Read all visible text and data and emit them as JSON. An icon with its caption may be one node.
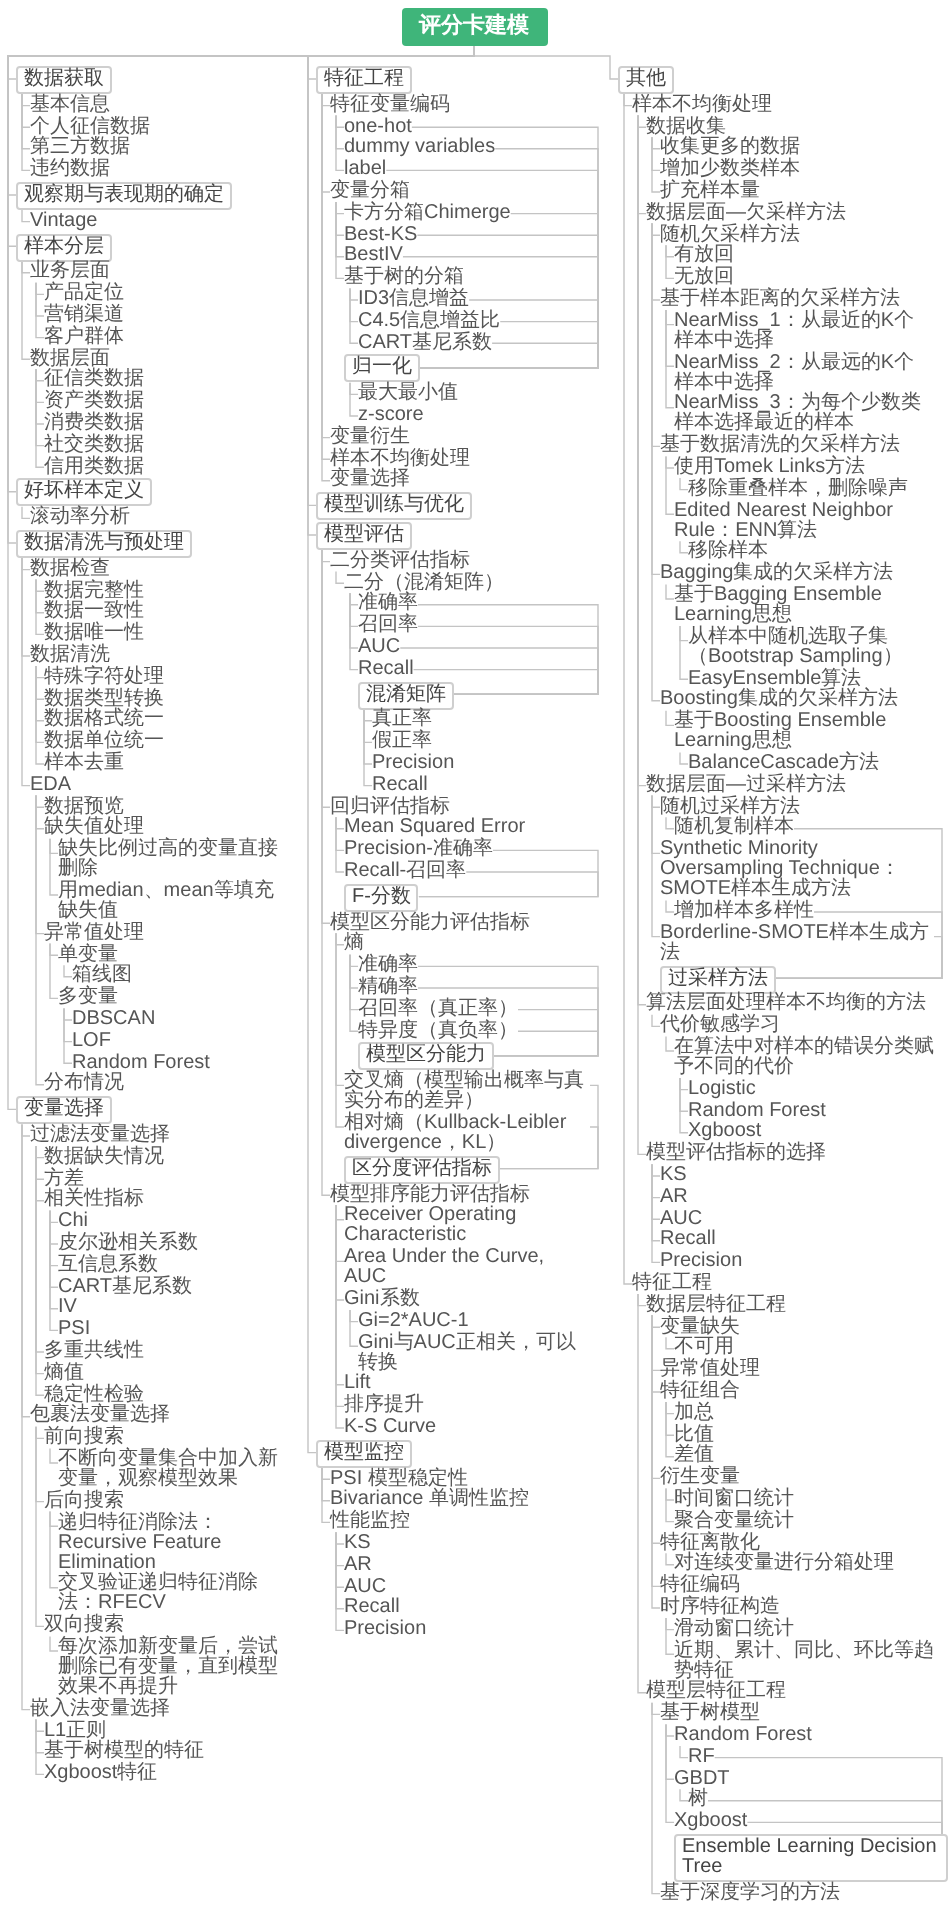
{
  "diagram": {
    "nodes": [
      {
        "text": [
          "评分卡建模"
        ]
      },
      {
        "text": [
          "数据获取"
        ]
      },
      {
        "text": [
          "基本信息"
        ]
      },
      {
        "text": [
          "个人征信数据"
        ]
      },
      {
        "text": [
          "第三方数据"
        ]
      },
      {
        "text": [
          "违约数据"
        ]
      },
      {
        "text": [
          "观察期与表现期的确定"
        ]
      },
      {
        "text": [
          "Vintage"
        ]
      },
      {
        "text": [
          "样本分层"
        ]
      },
      {
        "text": [
          "业务层面"
        ]
      },
      {
        "text": [
          "产品定位"
        ]
      },
      {
        "text": [
          "营销渠道"
        ]
      },
      {
        "text": [
          "客户群体"
        ]
      },
      {
        "text": [
          "数据层面"
        ]
      },
      {
        "text": [
          "征信类数据"
        ]
      },
      {
        "text": [
          "资产类数据"
        ]
      },
      {
        "text": [
          "消费类数据"
        ]
      },
      {
        "text": [
          "社交类数据"
        ]
      },
      {
        "text": [
          "信用类数据"
        ]
      },
      {
        "text": [
          "好坏样本定义"
        ]
      },
      {
        "text": [
          "滚动率分析"
        ]
      },
      {
        "text": [
          "数据清洗与预处理"
        ]
      },
      {
        "text": [
          "数据检查"
        ]
      },
      {
        "text": [
          "数据完整性"
        ]
      },
      {
        "text": [
          "数据一致性"
        ]
      },
      {
        "text": [
          "数据唯一性"
        ]
      },
      {
        "text": [
          "数据清洗"
        ]
      },
      {
        "text": [
          "特殊字符处理"
        ]
      },
      {
        "text": [
          "数据类型转换"
        ]
      },
      {
        "text": [
          "数据格式统一"
        ]
      },
      {
        "text": [
          "数据单位统一"
        ]
      },
      {
        "text": [
          "样本去重"
        ]
      },
      {
        "text": [
          "EDA"
        ]
      },
      {
        "text": [
          "数据预览"
        ]
      },
      {
        "text": [
          "缺失值处理"
        ]
      },
      {
        "text": [
          "缺失比例过高的变量直接删除"
        ]
      },
      {
        "text": [
          "用median、mean等填充缺失值"
        ]
      },
      {
        "text": [
          "异常值处理"
        ]
      },
      {
        "text": [
          "单变量"
        ]
      },
      {
        "text": [
          "箱线图"
        ]
      },
      {
        "text": [
          "多变量"
        ]
      },
      {
        "text": [
          "DBSCAN"
        ]
      },
      {
        "text": [
          "LOF"
        ]
      },
      {
        "text": [
          "Random Forest"
        ]
      },
      {
        "text": [
          "分布情况"
        ]
      },
      {
        "text": [
          "变量选择"
        ]
      },
      {
        "text": [
          "过滤法变量选择"
        ]
      },
      {
        "text": [
          "数据缺失情况"
        ]
      },
      {
        "text": [
          "方差"
        ]
      },
      {
        "text": [
          "相关性指标"
        ]
      },
      {
        "text": [
          "Chi"
        ]
      },
      {
        "text": [
          "皮尔逊相关系数"
        ]
      },
      {
        "text": [
          "互信息系数"
        ]
      },
      {
        "text": [
          "CART基尼系数"
        ]
      },
      {
        "text": [
          "IV"
        ]
      },
      {
        "text": [
          "PSI"
        ]
      },
      {
        "text": [
          "多重共线性"
        ]
      },
      {
        "text": [
          "熵值"
        ]
      },
      {
        "text": [
          "稳定性检验"
        ]
      },
      {
        "text": [
          "包裹法变量选择"
        ]
      },
      {
        "text": [
          "前向搜索"
        ]
      },
      {
        "text": [
          "不断向变量集合中加入新变量，观察模型效果"
        ]
      },
      {
        "text": [
          "后向搜索"
        ]
      },
      {
        "text": [
          "递归特征消除法：Recursive Feature Elimination"
        ]
      },
      {
        "text": [
          "交叉验证递归特征消除法：RFECV"
        ]
      },
      {
        "text": [
          "双向搜索"
        ]
      },
      {
        "text": [
          "每次添加新变量后，尝试删除已有变量，直到模型效果不再提升"
        ]
      },
      {
        "text": [
          "嵌入法变量选择"
        ]
      },
      {
        "text": [
          "L1正则"
        ]
      },
      {
        "text": [
          "基于树模型的特征"
        ]
      },
      {
        "text": [
          "Xgboost特征"
        ]
      },
      {
        "text": [
          "特征工程"
        ]
      },
      {
        "text": [
          "特征变量编码"
        ]
      },
      {
        "text": [
          "one-hot"
        ]
      },
      {
        "text": [
          "dummy variables"
        ]
      },
      {
        "text": [
          "label"
        ]
      },
      {
        "text": [
          "变量分箱"
        ]
      },
      {
        "text": [
          "卡方分箱Chimerge"
        ]
      },
      {
        "text": [
          "Best-KS"
        ]
      },
      {
        "text": [
          "BestIV"
        ]
      },
      {
        "text": [
          "基于树的分箱"
        ]
      },
      {
        "text": [
          "ID3信息增益"
        ]
      },
      {
        "text": [
          "C4.5信息增益比"
        ]
      },
      {
        "text": [
          "CART基尼系数"
        ]
      },
      {
        "text": [
          "归一化"
        ]
      },
      {
        "text": [
          "最大最小值"
        ]
      },
      {
        "text": [
          "z-score"
        ]
      },
      {
        "text": [
          "变量衍生"
        ]
      },
      {
        "text": [
          "样本不均衡处理"
        ]
      },
      {
        "text": [
          "变量选择"
        ]
      },
      {
        "text": [
          "模型训练与优化"
        ]
      },
      {
        "text": [
          "模型评估"
        ]
      },
      {
        "text": [
          "二分类评估指标"
        ]
      },
      {
        "text": [
          "二分（混淆矩阵）"
        ]
      },
      {
        "text": [
          "准确率"
        ]
      },
      {
        "text": [
          "召回率"
        ]
      },
      {
        "text": [
          "AUC"
        ]
      },
      {
        "text": [
          "Recall"
        ]
      },
      {
        "text": [
          "混淆矩阵"
        ]
      },
      {
        "text": [
          "真正率"
        ]
      },
      {
        "text": [
          "假正率"
        ]
      },
      {
        "text": [
          "Precision"
        ]
      },
      {
        "text": [
          "Recall"
        ]
      },
      {
        "text": [
          "回归评估指标"
        ]
      },
      {
        "text": [
          "Mean Squared Error"
        ]
      },
      {
        "text": [
          "Precision-准确率"
        ]
      },
      {
        "text": [
          "Recall-召回率"
        ]
      },
      {
        "text": [
          "F-分数"
        ]
      },
      {
        "text": [
          "模型区分能力评估指标"
        ]
      },
      {
        "text": [
          "熵"
        ]
      },
      {
        "text": [
          "准确率"
        ]
      },
      {
        "text": [
          "精确率"
        ]
      },
      {
        "text": [
          "召回率（真正率）"
        ]
      },
      {
        "text": [
          "特异度（真负率）"
        ]
      },
      {
        "text": [
          "模型区分能力"
        ]
      },
      {
        "text": [
          "交叉熵（模型输出概率与真实分布的差异）"
        ]
      },
      {
        "text": [
          "相对熵（Kullback-Leibler divergence，KL）"
        ]
      },
      {
        "text": [
          "区分度评估指标"
        ]
      },
      {
        "text": [
          "模型排序能力评估指标"
        ]
      },
      {
        "text": [
          "Receiver Operating Characteristic"
        ]
      },
      {
        "text": [
          "Area Under the Curve, AUC"
        ]
      },
      {
        "text": [
          "Gini系数"
        ]
      },
      {
        "text": [
          "Gi=2*AUC-1"
        ]
      },
      {
        "text": [
          "Gini与AUC正相关，可以转换"
        ]
      },
      {
        "text": [
          "Lift"
        ]
      },
      {
        "text": [
          "排序提升"
        ]
      },
      {
        "text": [
          "K-S Curve"
        ]
      },
      {
        "text": [
          "模型监控"
        ]
      },
      {
        "text": [
          "PSI 模型稳定性"
        ]
      },
      {
        "text": [
          "Bivariance 单调性监控"
        ]
      },
      {
        "text": [
          "性能监控"
        ]
      },
      {
        "text": [
          "KS"
        ]
      },
      {
        "text": [
          "AR"
        ]
      },
      {
        "text": [
          "AUC"
        ]
      },
      {
        "text": [
          "Recall"
        ]
      },
      {
        "text": [
          "Precision"
        ]
      },
      {
        "text": [
          "其他"
        ]
      },
      {
        "text": [
          "样本不均衡处理"
        ]
      },
      {
        "text": [
          "数据收集"
        ]
      },
      {
        "text": [
          "收集更多的数据"
        ]
      },
      {
        "text": [
          "增加少数类样本"
        ]
      },
      {
        "text": [
          "扩充样本量"
        ]
      },
      {
        "text": [
          "数据层面—欠采样方法"
        ]
      },
      {
        "text": [
          "随机欠采样方法"
        ]
      },
      {
        "text": [
          "有放回"
        ]
      },
      {
        "text": [
          "无放回"
        ]
      },
      {
        "text": [
          "基于样本距离的欠采样方法"
        ]
      },
      {
        "text": [
          "NearMiss_1：从最近的K个样本中选择"
        ]
      },
      {
        "text": [
          "NearMiss_2：从最远的K个样本中选择"
        ]
      },
      {
        "text": [
          "NearMiss_3：为每个少数类样本选择最近的样本"
        ]
      },
      {
        "text": [
          "基于数据清洗的欠采样方法"
        ]
      },
      {
        "text": [
          "使用Tomek Links方法"
        ]
      },
      {
        "text": [
          "移除重叠样本，删除噪声"
        ]
      },
      {
        "text": [
          "Edited Nearest Neighbor Rule：ENN算法"
        ]
      },
      {
        "text": [
          "移除样本"
        ]
      },
      {
        "text": [
          "Bagging集成的欠采样方法"
        ]
      },
      {
        "text": [
          "基于Bagging Ensemble Learning思想"
        ]
      },
      {
        "text": [
          "从样本中随机选取子集（Bootstrap Sampling）"
        ]
      },
      {
        "text": [
          "EasyEnsemble算法"
        ]
      },
      {
        "text": [
          "Boosting集成的欠采样方法"
        ]
      },
      {
        "text": [
          "基于Boosting Ensemble Learning思想"
        ]
      },
      {
        "text": [
          "BalanceCascade方法"
        ]
      },
      {
        "text": [
          "数据层面—过采样方法"
        ]
      },
      {
        "text": [
          "随机过采样方法"
        ]
      },
      {
        "text": [
          "随机复制样本"
        ]
      },
      {
        "text": [
          "Synthetic Minority Oversampling Technique：SMOTE样本生成方法"
        ]
      },
      {
        "text": [
          "增加样本多样性"
        ]
      },
      {
        "text": [
          "Borderline-SMOTE样本生成方法"
        ]
      },
      {
        "text": [
          "过采样方法"
        ]
      },
      {
        "text": [
          "算法层面处理样本不均衡的方法"
        ]
      },
      {
        "text": [
          "代价敏感学习"
        ]
      },
      {
        "text": [
          "在算法中对样本的错误分类赋予不同的代价"
        ]
      },
      {
        "text": [
          "Logistic"
        ]
      },
      {
        "text": [
          "Random Forest"
        ]
      },
      {
        "text": [
          "Xgboost"
        ]
      },
      {
        "text": [
          "模型评估指标的选择"
        ]
      },
      {
        "text": [
          "KS"
        ]
      },
      {
        "text": [
          "AR"
        ]
      },
      {
        "text": [
          "AUC"
        ]
      },
      {
        "text": [
          "Recall"
        ]
      },
      {
        "text": [
          "Precision"
        ]
      },
      {
        "text": [
          "特征工程"
        ]
      },
      {
        "text": [
          "数据层特征工程"
        ]
      },
      {
        "text": [
          "变量缺失"
        ]
      },
      {
        "text": [
          "不可用"
        ]
      },
      {
        "text": [
          "异常值处理"
        ]
      },
      {
        "text": [
          "特征组合"
        ]
      },
      {
        "text": [
          "加总"
        ]
      },
      {
        "text": [
          "比值"
        ]
      },
      {
        "text": [
          "差值"
        ]
      },
      {
        "text": [
          "衍生变量"
        ]
      },
      {
        "text": [
          "时间窗口统计"
        ]
      },
      {
        "text": [
          "聚合变量统计"
        ]
      },
      {
        "text": [
          "特征离散化"
        ]
      },
      {
        "text": [
          "对连续变量进行分箱处理"
        ]
      },
      {
        "text": [
          "特征编码"
        ]
      },
      {
        "text": [
          "时序特征构造"
        ]
      },
      {
        "text": [
          "滑动窗口统计"
        ]
      },
      {
        "text": [
          "近期、累计、同比、环比等趋势特征"
        ]
      },
      {
        "text": [
          "模型层特征工程"
        ]
      },
      {
        "text": [
          "基于树模型"
        ]
      },
      {
        "text": [
          "Random Forest"
        ]
      },
      {
        "text": [
          "RF"
        ]
      },
      {
        "text": [
          "GBDT"
        ]
      },
      {
        "text": [
          "树"
        ]
      },
      {
        "text": [
          "Xgboost"
        ]
      },
      {
        "text": [
          "Ensemble Learning Decision Tree"
        ]
      },
      {
        "text": [
          "基于深度学习的方法"
        ]
      }
    ],
    "edges": [
      {
        "from": 0,
        "to": 1,
        "arrow": "none"
      },
      {
        "from": 0,
        "to": 6,
        "arrow": "none"
      },
      {
        "from": 0,
        "to": 8,
        "arrow": "none"
      },
      {
        "from": 0,
        "to": 19,
        "arrow": "none"
      },
      {
        "from": 0,
        "to": 21,
        "arrow": "none"
      },
      {
        "from": 0,
        "to": 45,
        "arrow": "none"
      },
      {
        "from": 0,
        "to": 71,
        "arrow": "none"
      },
      {
        "from": 0,
        "to": 90,
        "arrow": "none"
      },
      {
        "from": 0,
        "to": 91,
        "arrow": "none"
      },
      {
        "from": 0,
        "to": 127,
        "arrow": "none"
      },
      {
        "from": 0,
        "to": 136,
        "arrow": "none"
      },
      {
        "from": 1,
        "to": 2,
        "arrow": "none"
      },
      {
        "from": 1,
        "to": 3,
        "arrow": "none"
      },
      {
        "from": 1,
        "to": 4,
        "arrow": "none"
      },
      {
        "from": 1,
        "to": 5,
        "arrow": "none"
      },
      {
        "from": 6,
        "to": 7,
        "arrow": "none"
      },
      {
        "from": 8,
        "to": 9,
        "arrow": "none"
      },
      {
        "from": 8,
        "to": 13,
        "arrow": "none"
      },
      {
        "from": 9,
        "to": 10,
        "arrow": "none"
      },
      {
        "from": 9,
        "to": 11,
        "arrow": "none"
      },
      {
        "from": 9,
        "to": 12,
        "arrow": "none"
      },
      {
        "from": 13,
        "to": 14,
        "arrow": "none"
      },
      {
        "from": 13,
        "to": 15,
        "arrow": "none"
      },
      {
        "from": 13,
        "to": 16,
        "arrow": "none"
      },
      {
        "from": 13,
        "to": 17,
        "arrow": "none"
      },
      {
        "from": 13,
        "to": 18,
        "arrow": "none"
      },
      {
        "from": 19,
        "to": 20,
        "arrow": "none"
      },
      {
        "from": 21,
        "to": 22,
        "arrow": "none"
      },
      {
        "from": 21,
        "to": 26,
        "arrow": "none"
      },
      {
        "from": 21,
        "to": 32,
        "arrow": "none"
      },
      {
        "from": 22,
        "to": 23,
        "arrow": "none"
      },
      {
        "from": 22,
        "to": 24,
        "arrow": "none"
      },
      {
        "from": 22,
        "to": 25,
        "arrow": "none"
      },
      {
        "from": 26,
        "to": 27,
        "arrow": "none"
      },
      {
        "from": 26,
        "to": 28,
        "arrow": "none"
      },
      {
        "from": 26,
        "to": 29,
        "arrow": "none"
      },
      {
        "from": 26,
        "to": 30,
        "arrow": "none"
      },
      {
        "from": 26,
        "to": 31,
        "arrow": "none"
      },
      {
        "from": 32,
        "to": 33,
        "arrow": "none"
      },
      {
        "from": 32,
        "to": 34,
        "arrow": "none"
      },
      {
        "from": 32,
        "to": 37,
        "arrow": "none"
      },
      {
        "from": 32,
        "to": 44,
        "arrow": "none"
      },
      {
        "from": 34,
        "to": 35,
        "arrow": "none"
      },
      {
        "from": 34,
        "to": 36,
        "arrow": "none"
      },
      {
        "from": 37,
        "to": 38,
        "arrow": "none"
      },
      {
        "from": 37,
        "to": 40,
        "arrow": "none"
      },
      {
        "from": 38,
        "to": 39,
        "arrow": "none"
      },
      {
        "from": 40,
        "to": 41,
        "arrow": "none"
      },
      {
        "from": 40,
        "to": 42,
        "arrow": "none"
      },
      {
        "from": 40,
        "to": 43,
        "arrow": "none"
      },
      {
        "from": 45,
        "to": 46,
        "arrow": "none"
      },
      {
        "from": 45,
        "to": 59,
        "arrow": "none"
      },
      {
        "from": 45,
        "to": 67,
        "arrow": "none"
      },
      {
        "from": 46,
        "to": 47,
        "arrow": "none"
      },
      {
        "from": 46,
        "to": 48,
        "arrow": "none"
      },
      {
        "from": 46,
        "to": 49,
        "arrow": "none"
      },
      {
        "from": 46,
        "to": 56,
        "arrow": "none"
      },
      {
        "from": 46,
        "to": 57,
        "arrow": "none"
      },
      {
        "from": 46,
        "to": 58,
        "arrow": "none"
      },
      {
        "from": 49,
        "to": 50,
        "arrow": "none"
      },
      {
        "from": 49,
        "to": 51,
        "arrow": "none"
      },
      {
        "from": 49,
        "to": 52,
        "arrow": "none"
      },
      {
        "from": 49,
        "to": 53,
        "arrow": "none"
      },
      {
        "from": 49,
        "to": 54,
        "arrow": "none"
      },
      {
        "from": 49,
        "to": 55,
        "arrow": "none"
      },
      {
        "from": 59,
        "to": 60,
        "arrow": "none"
      },
      {
        "from": 59,
        "to": 62,
        "arrow": "none"
      },
      {
        "from": 59,
        "to": 65,
        "arrow": "none"
      },
      {
        "from": 60,
        "to": 61,
        "arrow": "none"
      },
      {
        "from": 62,
        "to": 63,
        "arrow": "none"
      },
      {
        "from": 62,
        "to": 64,
        "arrow": "none"
      },
      {
        "from": 65,
        "to": 66,
        "arrow": "none"
      },
      {
        "from": 67,
        "to": 68,
        "arrow": "none"
      },
      {
        "from": 67,
        "to": 69,
        "arrow": "none"
      },
      {
        "from": 67,
        "to": 70,
        "arrow": "none"
      },
      {
        "from": 71,
        "to": 72,
        "arrow": "none"
      },
      {
        "from": 71,
        "to": 76,
        "arrow": "none"
      },
      {
        "from": 71,
        "to": 87,
        "arrow": "none"
      },
      {
        "from": 71,
        "to": 88,
        "arrow": "none"
      },
      {
        "from": 71,
        "to": 89,
        "arrow": "none"
      },
      {
        "from": 72,
        "to": 73,
        "arrow": "none"
      },
      {
        "from": 72,
        "to": 74,
        "arrow": "none"
      },
      {
        "from": 72,
        "to": 75,
        "arrow": "none"
      },
      {
        "from": 76,
        "to": 77,
        "arrow": "none"
      },
      {
        "from": 76,
        "to": 78,
        "arrow": "none"
      },
      {
        "from": 76,
        "to": 79,
        "arrow": "none"
      },
      {
        "from": 76,
        "to": 80,
        "arrow": "none"
      },
      {
        "from": 80,
        "to": 81,
        "arrow": "none"
      },
      {
        "from": 80,
        "to": 82,
        "arrow": "none"
      },
      {
        "from": 80,
        "to": 83,
        "arrow": "none"
      },
      {
        "from": 73,
        "to": 84,
        "arrow": "none"
      },
      {
        "from": 74,
        "to": 84,
        "arrow": "none"
      },
      {
        "from": 75,
        "to": 84,
        "arrow": "none"
      },
      {
        "from": 77,
        "to": 84,
        "arrow": "none"
      },
      {
        "from": 78,
        "to": 84,
        "arrow": "none"
      },
      {
        "from": 79,
        "to": 84,
        "arrow": "none"
      },
      {
        "from": 81,
        "to": 84,
        "arrow": "none"
      },
      {
        "from": 82,
        "to": 84,
        "arrow": "none"
      },
      {
        "from": 83,
        "to": 84,
        "arrow": "none"
      },
      {
        "from": 84,
        "to": 85,
        "arrow": "none"
      },
      {
        "from": 84,
        "to": 86,
        "arrow": "none"
      },
      {
        "from": 91,
        "to": 92,
        "arrow": "none"
      },
      {
        "from": 91,
        "to": 103,
        "arrow": "none"
      },
      {
        "from": 91,
        "to": 108,
        "arrow": "none"
      },
      {
        "from": 91,
        "to": 118,
        "arrow": "none"
      },
      {
        "from": 92,
        "to": 93,
        "arrow": "none"
      },
      {
        "from": 93,
        "to": 94,
        "arrow": "none"
      },
      {
        "from": 93,
        "to": 95,
        "arrow": "none"
      },
      {
        "from": 93,
        "to": 96,
        "arrow": "none"
      },
      {
        "from": 93,
        "to": 97,
        "arrow": "none"
      },
      {
        "from": 94,
        "to": 98,
        "arrow": "none"
      },
      {
        "from": 95,
        "to": 98,
        "arrow": "none"
      },
      {
        "from": 96,
        "to": 98,
        "arrow": "none"
      },
      {
        "from": 97,
        "to": 98,
        "arrow": "none"
      },
      {
        "from": 98,
        "to": 99,
        "arrow": "none"
      },
      {
        "from": 98,
        "to": 100,
        "arrow": "none"
      },
      {
        "from": 98,
        "to": 101,
        "arrow": "none"
      },
      {
        "from": 98,
        "to": 102,
        "arrow": "none"
      },
      {
        "from": 103,
        "to": 104,
        "arrow": "none"
      },
      {
        "from": 103,
        "to": 105,
        "arrow": "none"
      },
      {
        "from": 103,
        "to": 106,
        "arrow": "none"
      },
      {
        "from": 105,
        "to": 107,
        "arrow": "none"
      },
      {
        "from": 106,
        "to": 107,
        "arrow": "none"
      },
      {
        "from": 108,
        "to": 109,
        "arrow": "none"
      },
      {
        "from": 108,
        "to": 115,
        "arrow": "none"
      },
      {
        "from": 108,
        "to": 116,
        "arrow": "none"
      },
      {
        "from": 109,
        "to": 110,
        "arrow": "none"
      },
      {
        "from": 109,
        "to": 111,
        "arrow": "none"
      },
      {
        "from": 109,
        "to": 112,
        "arrow": "none"
      },
      {
        "from": 109,
        "to": 113,
        "arrow": "none"
      },
      {
        "from": 110,
        "to": 114,
        "arrow": "none"
      },
      {
        "from": 111,
        "to": 114,
        "arrow": "none"
      },
      {
        "from": 112,
        "to": 114,
        "arrow": "none"
      },
      {
        "from": 113,
        "to": 114,
        "arrow": "none"
      },
      {
        "from": 115,
        "to": 117,
        "arrow": "none"
      },
      {
        "from": 116,
        "to": 117,
        "arrow": "none"
      },
      {
        "from": 118,
        "to": 119,
        "arrow": "none"
      },
      {
        "from": 118,
        "to": 120,
        "arrow": "none"
      },
      {
        "from": 118,
        "to": 121,
        "arrow": "none"
      },
      {
        "from": 118,
        "to": 124,
        "arrow": "none"
      },
      {
        "from": 118,
        "to": 125,
        "arrow": "none"
      },
      {
        "from": 118,
        "to": 126,
        "arrow": "none"
      },
      {
        "from": 121,
        "to": 122,
        "arrow": "none"
      },
      {
        "from": 121,
        "to": 123,
        "arrow": "none"
      },
      {
        "from": 127,
        "to": 128,
        "arrow": "none"
      },
      {
        "from": 127,
        "to": 129,
        "arrow": "none"
      },
      {
        "from": 127,
        "to": 130,
        "arrow": "none"
      },
      {
        "from": 130,
        "to": 131,
        "arrow": "none"
      },
      {
        "from": 130,
        "to": 132,
        "arrow": "none"
      },
      {
        "from": 130,
        "to": 133,
        "arrow": "none"
      },
      {
        "from": 130,
        "to": 134,
        "arrow": "none"
      },
      {
        "from": 130,
        "to": 135,
        "arrow": "none"
      },
      {
        "from": 136,
        "to": 137,
        "arrow": "none"
      },
      {
        "from": 136,
        "to": 181,
        "arrow": "none"
      },
      {
        "from": 137,
        "to": 138,
        "arrow": "none"
      },
      {
        "from": 137,
        "to": 142,
        "arrow": "none"
      },
      {
        "from": 137,
        "to": 162,
        "arrow": "none"
      },
      {
        "from": 137,
        "to": 169,
        "arrow": "none"
      },
      {
        "from": 137,
        "to": 175,
        "arrow": "none"
      },
      {
        "from": 138,
        "to": 139,
        "arrow": "none"
      },
      {
        "from": 138,
        "to": 140,
        "arrow": "none"
      },
      {
        "from": 138,
        "to": 141,
        "arrow": "none"
      },
      {
        "from": 142,
        "to": 143,
        "arrow": "none"
      },
      {
        "from": 142,
        "to": 146,
        "arrow": "none"
      },
      {
        "from": 142,
        "to": 150,
        "arrow": "none"
      },
      {
        "from": 142,
        "to": 155,
        "arrow": "none"
      },
      {
        "from": 142,
        "to": 159,
        "arrow": "none"
      },
      {
        "from": 143,
        "to": 144,
        "arrow": "none"
      },
      {
        "from": 143,
        "to": 145,
        "arrow": "none"
      },
      {
        "from": 146,
        "to": 147,
        "arrow": "none"
      },
      {
        "from": 146,
        "to": 148,
        "arrow": "none"
      },
      {
        "from": 146,
        "to": 149,
        "arrow": "none"
      },
      {
        "from": 150,
        "to": 151,
        "arrow": "none"
      },
      {
        "from": 150,
        "to": 153,
        "arrow": "none"
      },
      {
        "from": 151,
        "to": 152,
        "arrow": "none"
      },
      {
        "from": 153,
        "to": 154,
        "arrow": "none"
      },
      {
        "from": 155,
        "to": 156,
        "arrow": "none"
      },
      {
        "from": 156,
        "to": 157,
        "arrow": "none"
      },
      {
        "from": 156,
        "to": 158,
        "arrow": "none"
      },
      {
        "from": 159,
        "to": 160,
        "arrow": "none"
      },
      {
        "from": 160,
        "to": 161,
        "arrow": "none"
      },
      {
        "from": 162,
        "to": 163,
        "arrow": "none"
      },
      {
        "from": 162,
        "to": 165,
        "arrow": "none"
      },
      {
        "from": 162,
        "to": 167,
        "arrow": "none"
      },
      {
        "from": 163,
        "to": 164,
        "arrow": "none"
      },
      {
        "from": 165,
        "to": 166,
        "arrow": "none"
      },
      {
        "from": 164,
        "to": 168,
        "arrow": "none"
      },
      {
        "from": 166,
        "to": 168,
        "arrow": "none"
      },
      {
        "from": 167,
        "to": 168,
        "arrow": "none"
      },
      {
        "from": 169,
        "to": 170,
        "arrow": "none"
      },
      {
        "from": 170,
        "to": 171,
        "arrow": "none"
      },
      {
        "from": 171,
        "to": 172,
        "arrow": "none"
      },
      {
        "from": 171,
        "to": 173,
        "arrow": "none"
      },
      {
        "from": 171,
        "to": 174,
        "arrow": "none"
      },
      {
        "from": 175,
        "to": 176,
        "arrow": "none"
      },
      {
        "from": 175,
        "to": 177,
        "arrow": "none"
      },
      {
        "from": 175,
        "to": 178,
        "arrow": "none"
      },
      {
        "from": 175,
        "to": 179,
        "arrow": "none"
      },
      {
        "from": 175,
        "to": 180,
        "arrow": "none"
      },
      {
        "from": 181,
        "to": 182,
        "arrow": "none"
      },
      {
        "from": 181,
        "to": 199,
        "arrow": "none"
      },
      {
        "from": 182,
        "to": 183,
        "arrow": "none"
      },
      {
        "from": 182,
        "to": 185,
        "arrow": "none"
      },
      {
        "from": 182,
        "to": 186,
        "arrow": "none"
      },
      {
        "from": 182,
        "to": 190,
        "arrow": "none"
      },
      {
        "from": 182,
        "to": 193,
        "arrow": "none"
      },
      {
        "from": 182,
        "to": 195,
        "arrow": "none"
      },
      {
        "from": 182,
        "to": 196,
        "arrow": "none"
      },
      {
        "from": 183,
        "to": 184,
        "arrow": "none"
      },
      {
        "from": 186,
        "to": 187,
        "arrow": "none"
      },
      {
        "from": 186,
        "to": 188,
        "arrow": "none"
      },
      {
        "from": 186,
        "to": 189,
        "arrow": "none"
      },
      {
        "from": 190,
        "to": 191,
        "arrow": "none"
      },
      {
        "from": 190,
        "to": 192,
        "arrow": "none"
      },
      {
        "from": 193,
        "to": 194,
        "arrow": "none"
      },
      {
        "from": 196,
        "to": 197,
        "arrow": "none"
      },
      {
        "from": 196,
        "to": 198,
        "arrow": "none"
      },
      {
        "from": 199,
        "to": 200,
        "arrow": "none"
      },
      {
        "from": 199,
        "to": 207,
        "arrow": "none"
      },
      {
        "from": 200,
        "to": 201,
        "arrow": "none"
      },
      {
        "from": 200,
        "to": 203,
        "arrow": "none"
      },
      {
        "from": 200,
        "to": 205,
        "arrow": "none"
      },
      {
        "from": 201,
        "to": 202,
        "arrow": "none"
      },
      {
        "from": 203,
        "to": 204,
        "arrow": "none"
      },
      {
        "from": 202,
        "to": 206,
        "arrow": "none"
      },
      {
        "from": 204,
        "to": 206,
        "arrow": "none"
      },
      {
        "from": 205,
        "to": 206,
        "arrow": "none"
      }
    ]
  }
}
